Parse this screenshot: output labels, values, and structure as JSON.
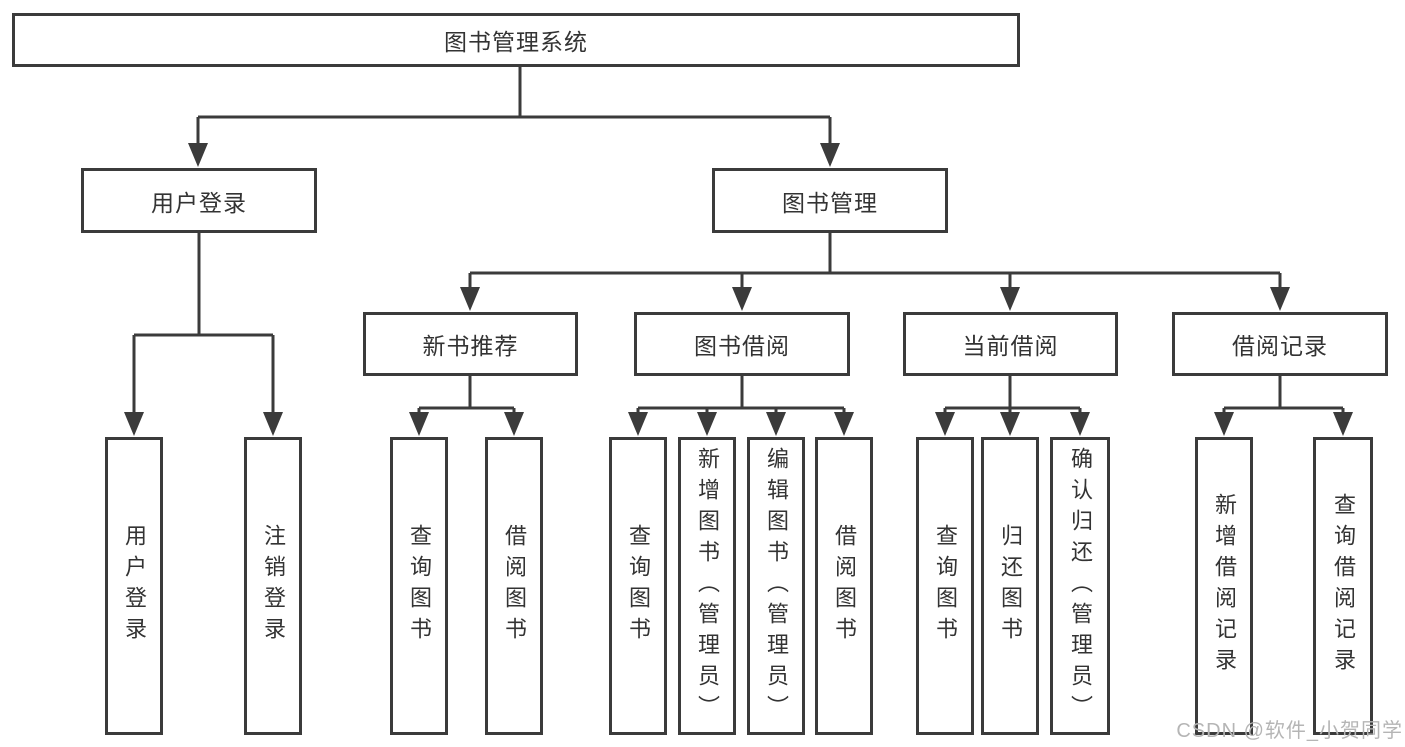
{
  "diagram": {
    "line_color": "#3b3b3b",
    "text_color": "#333333",
    "box_background": "#ffffff",
    "tree": {
      "label": "图书管理系统",
      "children": [
        {
          "label": "用户登录",
          "children": [
            {
              "label": "用户登录"
            },
            {
              "label": "注销登录"
            }
          ]
        },
        {
          "label": "图书管理",
          "children": [
            {
              "label": "新书推荐",
              "children": [
                {
                  "label": "查询图书"
                },
                {
                  "label": "借阅图书"
                }
              ]
            },
            {
              "label": "图书借阅",
              "children": [
                {
                  "label": "查询图书"
                },
                {
                  "label": "新增图书（管理员）"
                },
                {
                  "label": "编辑图书（管理员）"
                },
                {
                  "label": "借阅图书"
                }
              ]
            },
            {
              "label": "当前借阅",
              "children": [
                {
                  "label": "查询图书"
                },
                {
                  "label": "归还图书"
                },
                {
                  "label": "确认归还（管理员）"
                }
              ]
            },
            {
              "label": "借阅记录",
              "children": [
                {
                  "label": "新增借阅记录"
                },
                {
                  "label": "查询借阅记录"
                }
              ]
            }
          ]
        }
      ]
    }
  },
  "watermark": {
    "text": "CSDN @软件_小贺同学",
    "color": "#b5b5b5"
  }
}
